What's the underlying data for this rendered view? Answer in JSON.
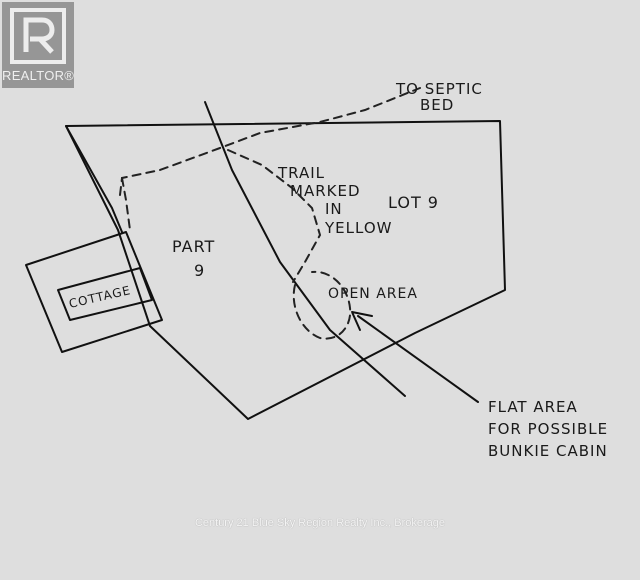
{
  "logo": {
    "text": "REALTOR®"
  },
  "labels": {
    "to_septic_line1": "TO SEPTIC",
    "to_septic_line2": "BED",
    "trail_line1": "TRAIL",
    "trail_line2": "MARKED",
    "trail_line3": "IN",
    "trail_line4": "YELLOW",
    "lot": "LOT 9",
    "part_line1": "PART",
    "part_line2": "9",
    "cottage": "COTTAGE",
    "open_area": "OPEN AREA",
    "flat_line1": "FLAT AREA",
    "flat_line2": "FOR POSSIBLE",
    "flat_line3": "BUNKIE CABIN"
  },
  "watermark": "Century 21 Blue Sky Region Realty Inc., Brokerage"
}
